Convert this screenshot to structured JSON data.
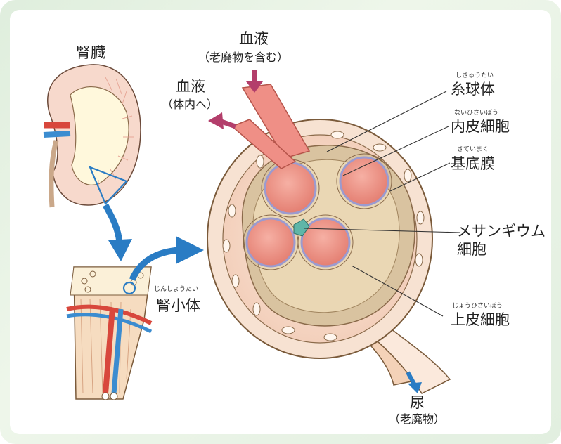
{
  "labels": {
    "kidney": "腎臓",
    "blood_in": "血液",
    "blood_in_note": "（老廃物を含む）",
    "blood_out": "血液",
    "blood_out_note": "（体内へ）",
    "renal_corpuscle_ruby": "じんしょうたい",
    "renal_corpuscle": "腎小体",
    "glomerulus_ruby": "しきゅうたい",
    "glomerulus": "糸球体",
    "endothelial_ruby": "ないひさいぼう",
    "endothelial": "内皮細胞",
    "basement_ruby": "きていまく",
    "basement": "基底膜",
    "mesangial_line1": "メサンギウム",
    "mesangial_line2": "細胞",
    "epithelial_ruby": "じょうひさいぼう",
    "epithelial": "上皮細胞",
    "urine": "尿",
    "urine_note": "（老廃物）"
  },
  "colors": {
    "frame": "#dfeedd",
    "arrow_blue": "#2a7cc4",
    "arrow_magenta": "#b33e6b",
    "capillary": "#ef8f86",
    "capsule": "#f8dfd0",
    "tuft": "#d9c3a0",
    "basement": "#a9a8d6",
    "vessel_red": "#d8473c",
    "vessel_blue": "#3b8cd0"
  }
}
